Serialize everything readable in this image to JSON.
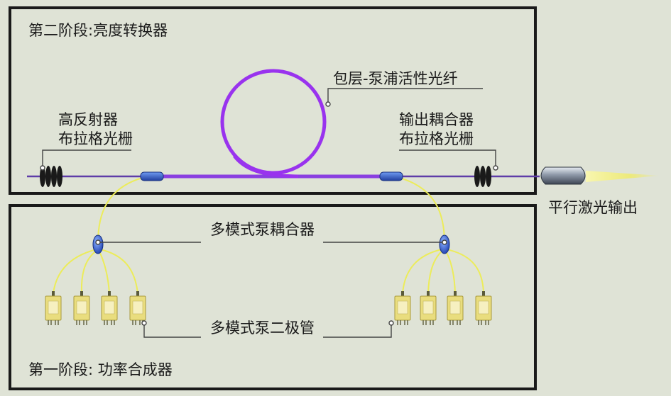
{
  "stage2": {
    "title": "第二阶段:亮度转换器"
  },
  "stage1": {
    "title": "第一阶段: 功率合成器"
  },
  "labels": {
    "cladding_fiber": "包层-泵浦活性光纤",
    "hr_grating_line1": "高反射器",
    "hr_grating_line2": "布拉格光栅",
    "oc_grating_line1": "输出耦合器",
    "oc_grating_line2": "布拉格光栅",
    "output": "平行激光输出",
    "pump_combiner": "多模式泵耦合器",
    "pump_diodes": "多模式泵二极管"
  },
  "colors": {
    "background": "#dfe3d6",
    "frame": "#1a1a1a",
    "fiber_loop": "#9933ee",
    "fiber_core": "#7d46c8",
    "combiner": "#2f5fd0",
    "pump_fiber": "#ecec5a",
    "diode_body": "#e9dd7e",
    "laser_beam": "#f4f08a"
  }
}
